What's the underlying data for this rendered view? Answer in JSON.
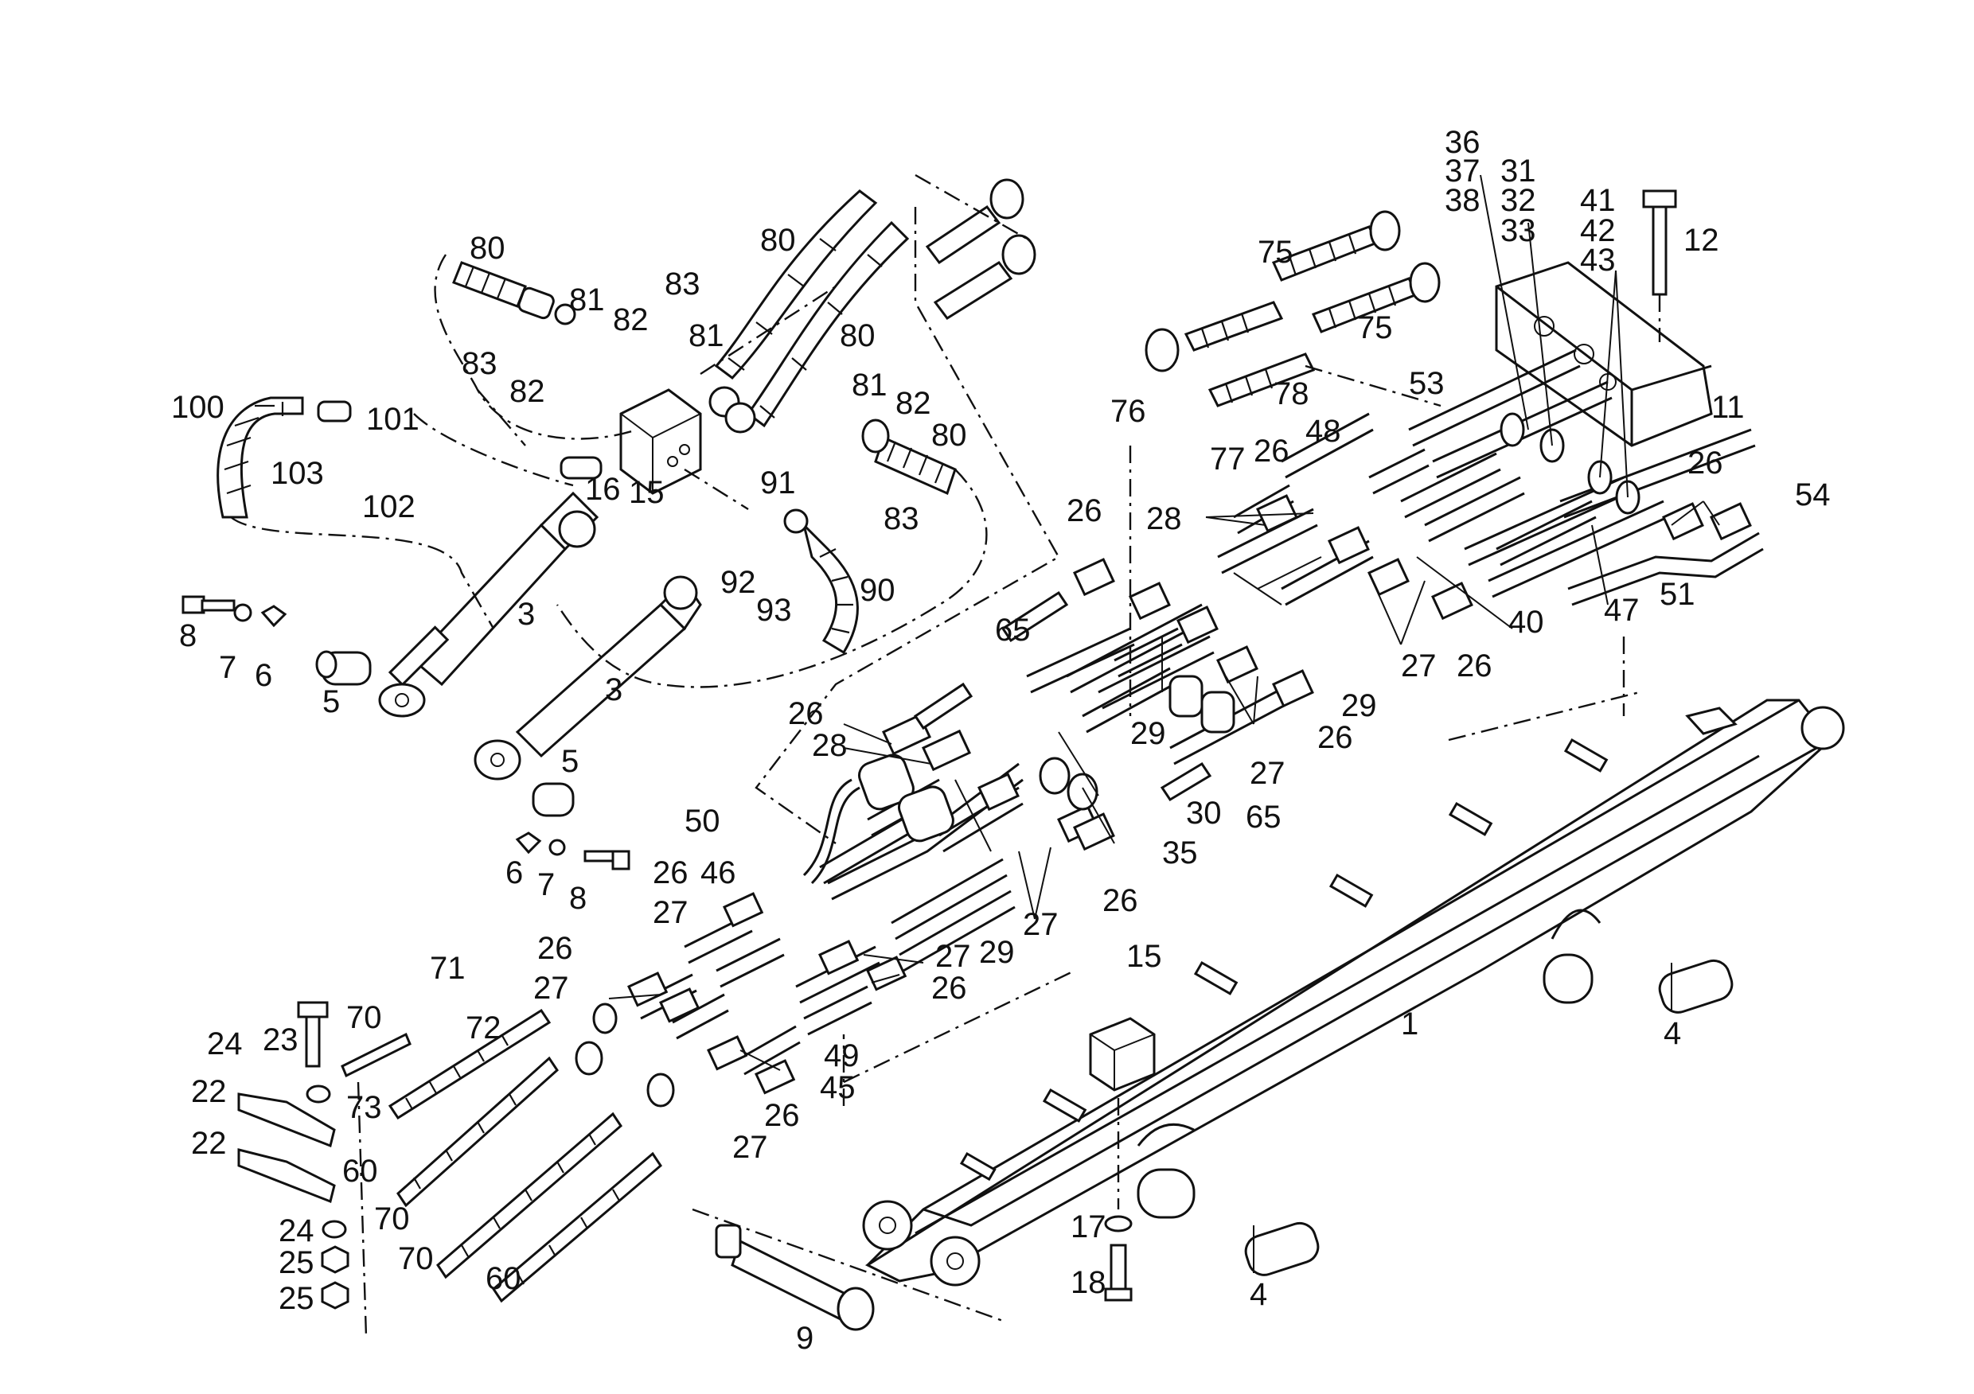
{
  "diagram": {
    "background": "#ffffff",
    "ink": "#111111",
    "callouts": [
      {
        "id": "c1",
        "text": "1"
      },
      {
        "id": "c3a",
        "text": "3"
      },
      {
        "id": "c3b",
        "text": "3"
      },
      {
        "id": "c4a",
        "text": "4"
      },
      {
        "id": "c4b",
        "text": "4"
      },
      {
        "id": "c5a",
        "text": "5"
      },
      {
        "id": "c5b",
        "text": "5"
      },
      {
        "id": "c6a",
        "text": "6"
      },
      {
        "id": "c6b",
        "text": "6"
      },
      {
        "id": "c7a",
        "text": "7"
      },
      {
        "id": "c7b",
        "text": "7"
      },
      {
        "id": "c8a",
        "text": "8"
      },
      {
        "id": "c8b",
        "text": "8"
      },
      {
        "id": "c9",
        "text": "9"
      },
      {
        "id": "c11",
        "text": "11"
      },
      {
        "id": "c12",
        "text": "12"
      },
      {
        "id": "c15a",
        "text": "15"
      },
      {
        "id": "c15b",
        "text": "15"
      },
      {
        "id": "c16",
        "text": "16"
      },
      {
        "id": "c17",
        "text": "17"
      },
      {
        "id": "c18",
        "text": "18"
      },
      {
        "id": "c22a",
        "text": "22"
      },
      {
        "id": "c22b",
        "text": "22"
      },
      {
        "id": "c23",
        "text": "23"
      },
      {
        "id": "c24a",
        "text": "24"
      },
      {
        "id": "c24b",
        "text": "24"
      },
      {
        "id": "c25a",
        "text": "25"
      },
      {
        "id": "c25b",
        "text": "25"
      },
      {
        "id": "c26a",
        "text": "26"
      },
      {
        "id": "c26b",
        "text": "26"
      },
      {
        "id": "c26c",
        "text": "26"
      },
      {
        "id": "c26d",
        "text": "26"
      },
      {
        "id": "c26e",
        "text": "26"
      },
      {
        "id": "c26f",
        "text": "26"
      },
      {
        "id": "c26g",
        "text": "26"
      },
      {
        "id": "c26h",
        "text": "26"
      },
      {
        "id": "c26i",
        "text": "26"
      },
      {
        "id": "c26j",
        "text": "26"
      },
      {
        "id": "c26k",
        "text": "26"
      },
      {
        "id": "c27a",
        "text": "27"
      },
      {
        "id": "c27b",
        "text": "27"
      },
      {
        "id": "c27c",
        "text": "27"
      },
      {
        "id": "c27d",
        "text": "27"
      },
      {
        "id": "c27e",
        "text": "27"
      },
      {
        "id": "c27f",
        "text": "27"
      },
      {
        "id": "c27g",
        "text": "27"
      },
      {
        "id": "c28a",
        "text": "28"
      },
      {
        "id": "c28b",
        "text": "28"
      },
      {
        "id": "c29a",
        "text": "29"
      },
      {
        "id": "c29b",
        "text": "29"
      },
      {
        "id": "c29c",
        "text": "29"
      },
      {
        "id": "c30",
        "text": "30"
      },
      {
        "id": "c31",
        "text": "31"
      },
      {
        "id": "c32",
        "text": "32"
      },
      {
        "id": "c33",
        "text": "33"
      },
      {
        "id": "c35",
        "text": "35"
      },
      {
        "id": "c36",
        "text": "36"
      },
      {
        "id": "c37",
        "text": "37"
      },
      {
        "id": "c38",
        "text": "38"
      },
      {
        "id": "c40",
        "text": "40"
      },
      {
        "id": "c41",
        "text": "41"
      },
      {
        "id": "c42",
        "text": "42"
      },
      {
        "id": "c43",
        "text": "43"
      },
      {
        "id": "c45",
        "text": "45"
      },
      {
        "id": "c46",
        "text": "46"
      },
      {
        "id": "c47",
        "text": "47"
      },
      {
        "id": "c48",
        "text": "48"
      },
      {
        "id": "c49",
        "text": "49"
      },
      {
        "id": "c50",
        "text": "50"
      },
      {
        "id": "c51",
        "text": "51"
      },
      {
        "id": "c53",
        "text": "53"
      },
      {
        "id": "c54",
        "text": "54"
      },
      {
        "id": "c60a",
        "text": "60"
      },
      {
        "id": "c60b",
        "text": "60"
      },
      {
        "id": "c65a",
        "text": "65"
      },
      {
        "id": "c65b",
        "text": "65"
      },
      {
        "id": "c70a",
        "text": "70"
      },
      {
        "id": "c70b",
        "text": "70"
      },
      {
        "id": "c70c",
        "text": "70"
      },
      {
        "id": "c71",
        "text": "71"
      },
      {
        "id": "c72",
        "text": "72"
      },
      {
        "id": "c73",
        "text": "73"
      },
      {
        "id": "c75a",
        "text": "75"
      },
      {
        "id": "c75b",
        "text": "75"
      },
      {
        "id": "c76",
        "text": "76"
      },
      {
        "id": "c77",
        "text": "77"
      },
      {
        "id": "c78",
        "text": "78"
      },
      {
        "id": "c80a",
        "text": "80"
      },
      {
        "id": "c80b",
        "text": "80"
      },
      {
        "id": "c80c",
        "text": "80"
      },
      {
        "id": "c80d",
        "text": "80"
      },
      {
        "id": "c81a",
        "text": "81"
      },
      {
        "id": "c81b",
        "text": "81"
      },
      {
        "id": "c81c",
        "text": "81"
      },
      {
        "id": "c82a",
        "text": "82"
      },
      {
        "id": "c82b",
        "text": "82"
      },
      {
        "id": "c82c",
        "text": "82"
      },
      {
        "id": "c83a",
        "text": "83"
      },
      {
        "id": "c83b",
        "text": "83"
      },
      {
        "id": "c83c",
        "text": "83"
      },
      {
        "id": "c90",
        "text": "90"
      },
      {
        "id": "c91",
        "text": "91"
      },
      {
        "id": "c92",
        "text": "92"
      },
      {
        "id": "c93",
        "text": "93"
      },
      {
        "id": "c100",
        "text": "100"
      },
      {
        "id": "c101",
        "text": "101"
      },
      {
        "id": "c102",
        "text": "102"
      },
      {
        "id": "c103",
        "text": "103"
      }
    ]
  }
}
